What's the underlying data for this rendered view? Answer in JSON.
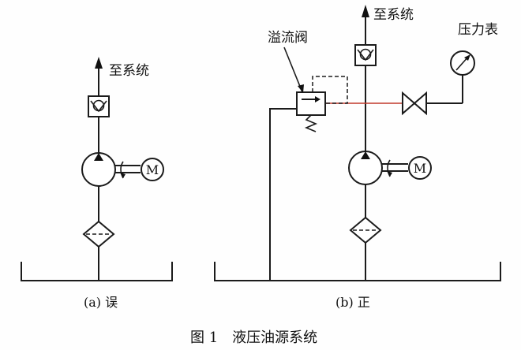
{
  "left_diagram": {
    "to_system_label": "至系统",
    "caption": "(a) 误"
  },
  "right_diagram": {
    "to_system_label": "至系统",
    "relief_valve_label": "溢流阀",
    "pressure_gauge_label": "压力表",
    "caption": "(b) 正"
  },
  "motor_symbol_label": "M",
  "figure_caption": "图 1　液压油源系统"
}
